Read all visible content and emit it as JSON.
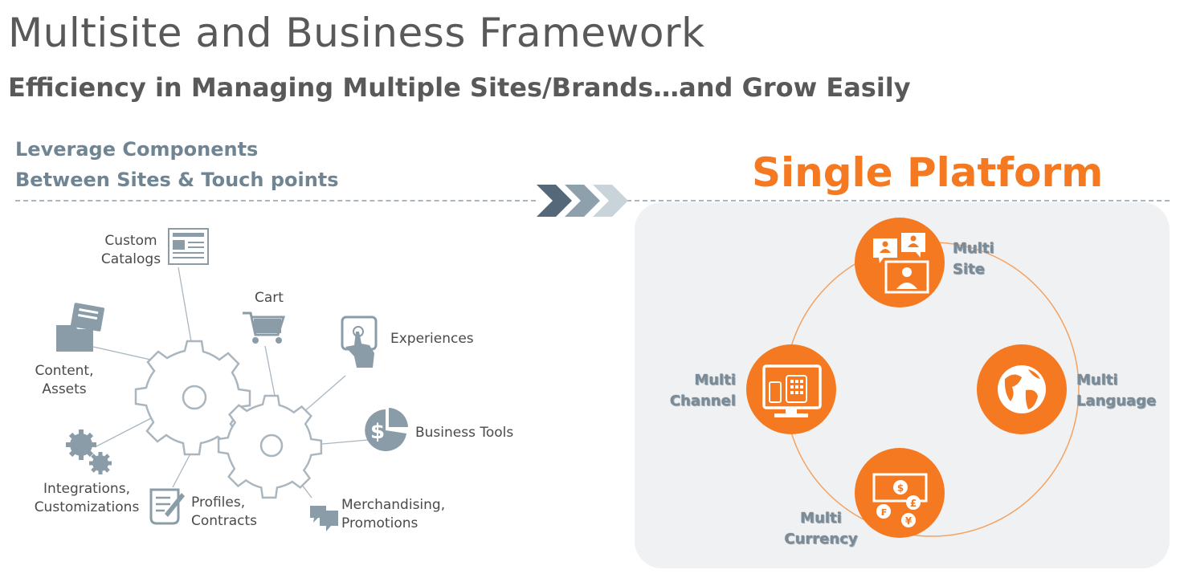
{
  "header": {
    "title": "Multisite and Business Framework",
    "subtitle": "Efficiency in Managing Multiple Sites/Brands…and Grow Easily"
  },
  "left": {
    "heading_line1": "Leverage Components",
    "heading_line2": "Between Sites & Touch points",
    "components": {
      "custom_catalogs": [
        "Custom",
        "Catalogs"
      ],
      "cart": "Cart",
      "experiences": "Experiences",
      "content_assets": [
        "Content,",
        "Assets"
      ],
      "business_tools": "Business Tools",
      "integrations": [
        "Integrations,",
        "Customizations"
      ],
      "profiles": [
        "Profiles,",
        "Contracts"
      ],
      "merchandising": [
        "Merchandising,",
        "Promotions"
      ]
    }
  },
  "right": {
    "title": "Single Platform",
    "nodes": {
      "site": [
        "Multi",
        "Site"
      ],
      "channel": [
        "Multi",
        "Channel"
      ],
      "language": [
        "Multi",
        "Language"
      ],
      "currency": [
        "Multi",
        "Currency"
      ]
    }
  },
  "colors": {
    "accent_orange": "#f47920",
    "slate": "#6f8594",
    "icon_gray": "#8a9ca8",
    "panel_bg": "#eff1f2"
  },
  "icons": [
    "catalog-icon",
    "cart-icon",
    "tablet-touch-icon",
    "folder-icon",
    "pie-dollar-icon",
    "small-gears-icon",
    "contract-icon",
    "chat-bubbles-icon",
    "gear-icon",
    "people-screen-icon",
    "monitor-devices-icon",
    "globe-icon",
    "currency-note-icon",
    "chevron-arrows-icon"
  ]
}
